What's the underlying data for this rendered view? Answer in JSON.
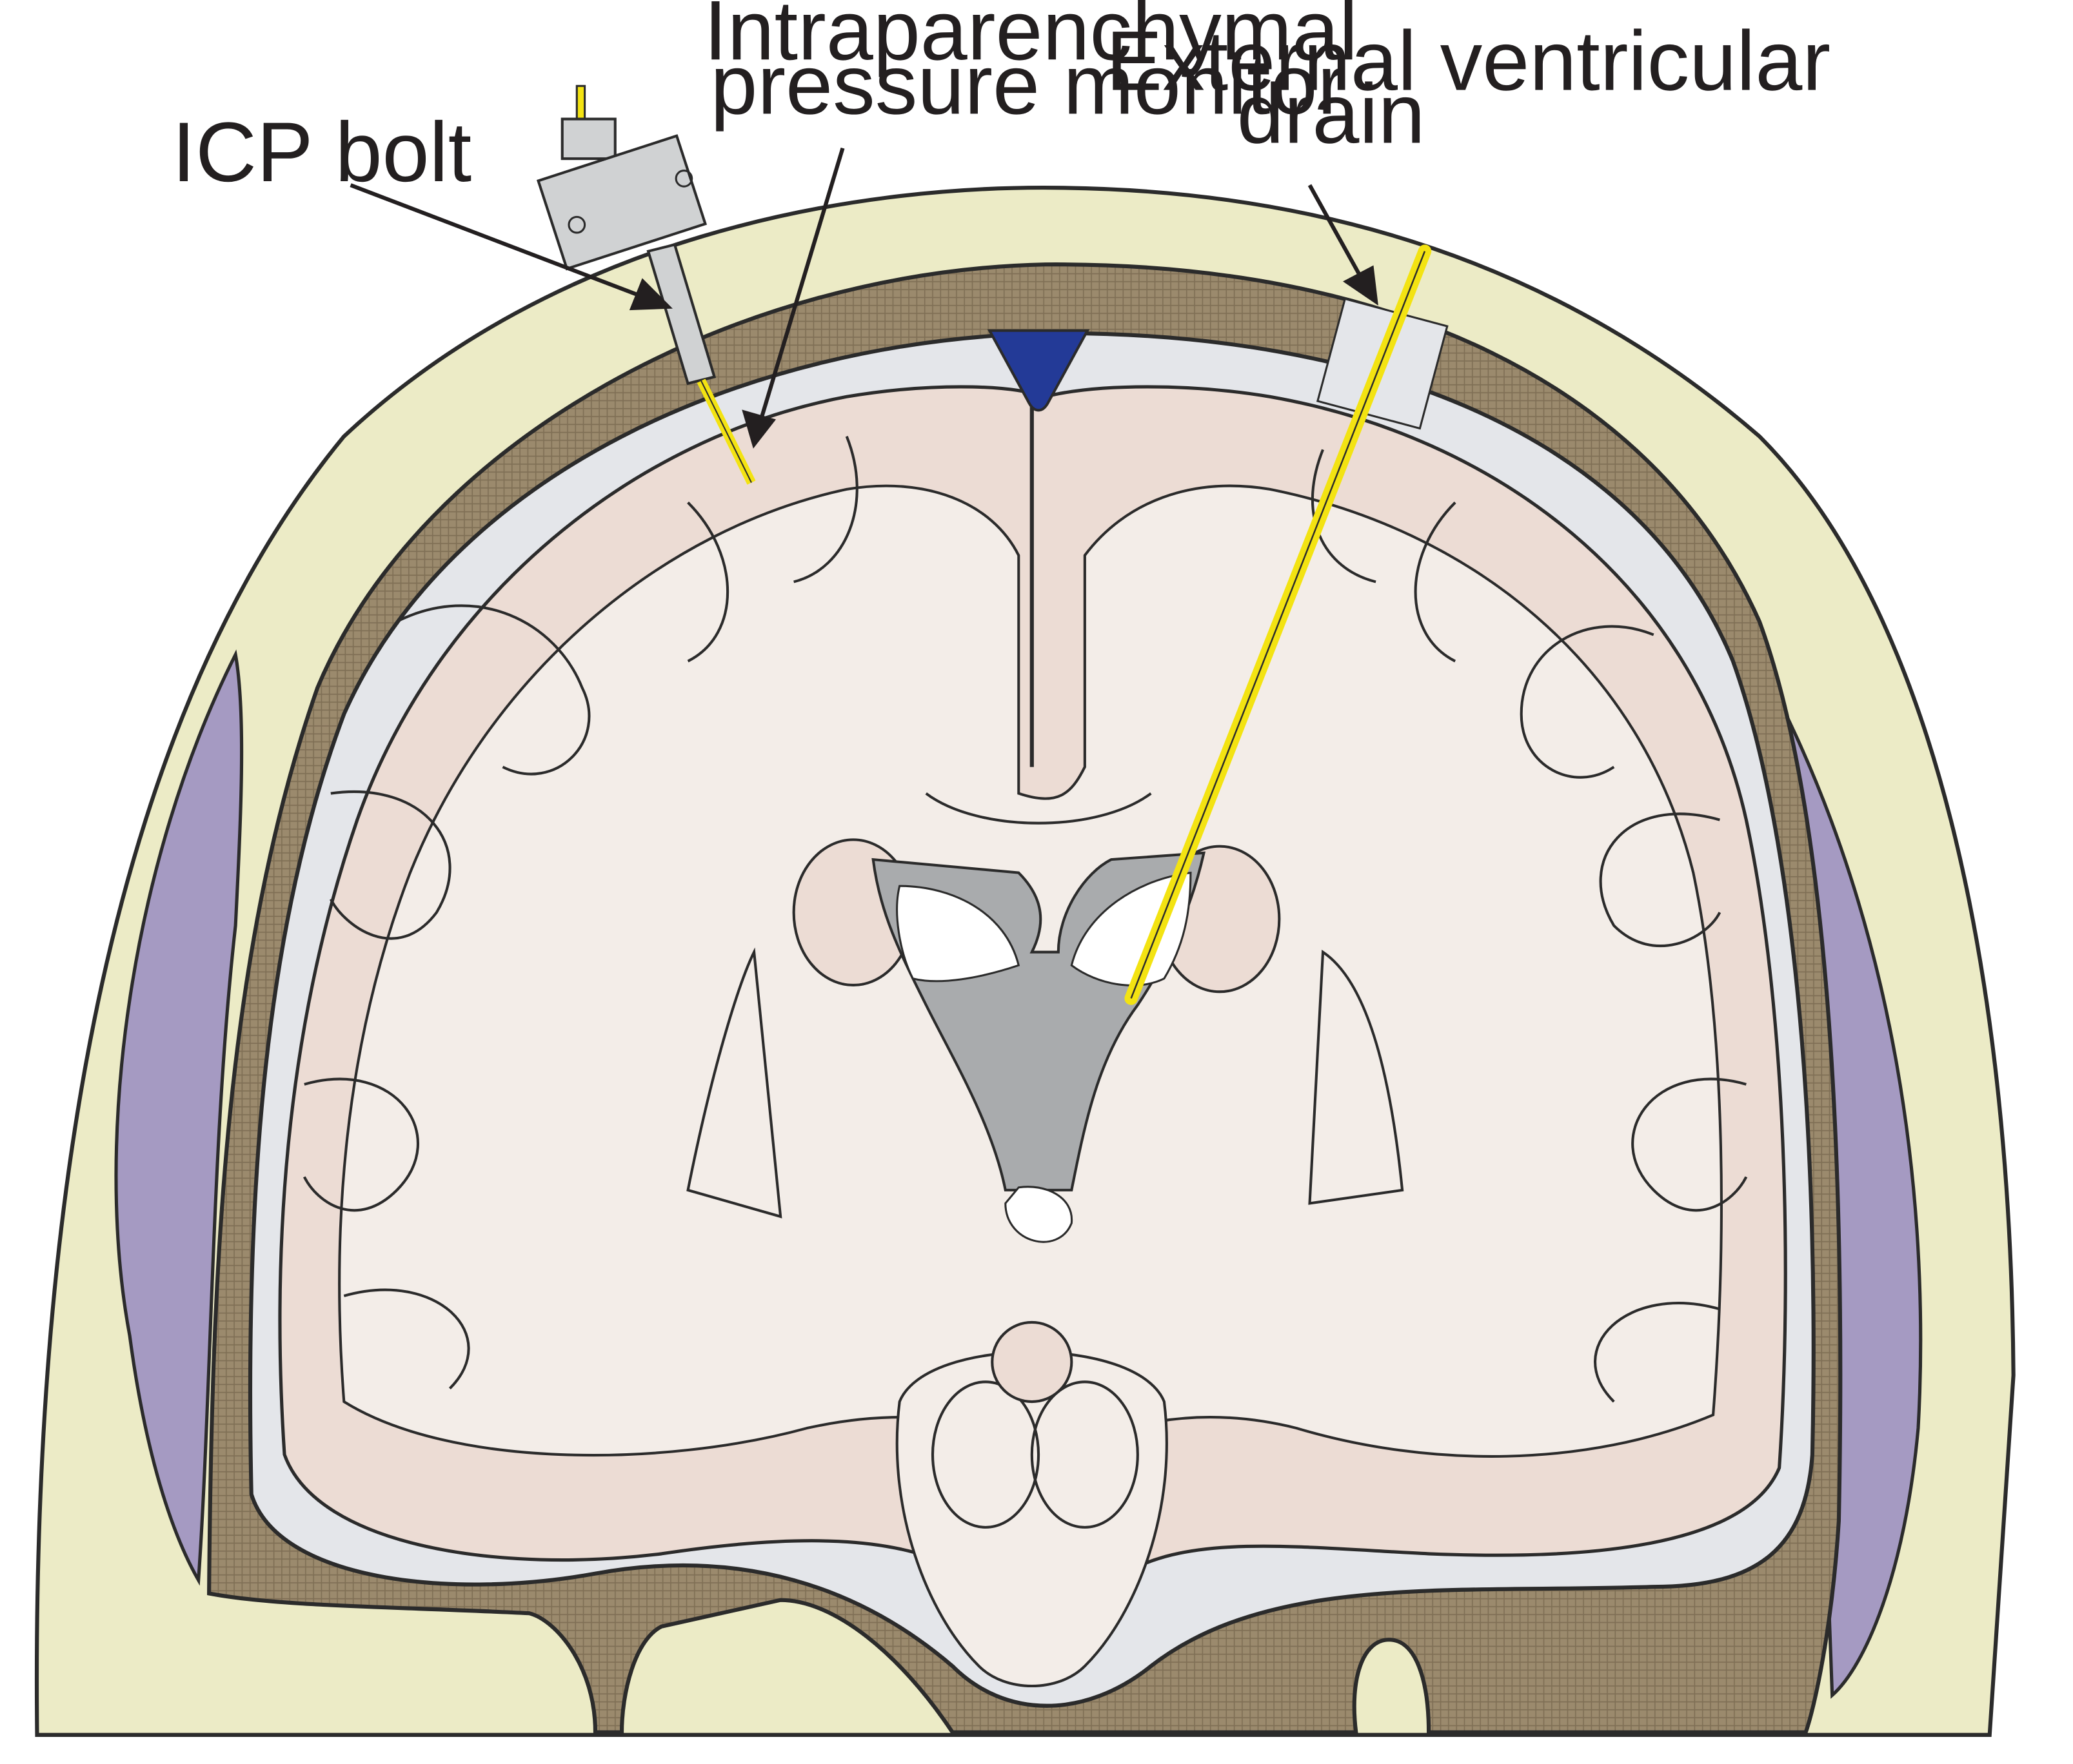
{
  "labels": {
    "icp_bolt": "ICP bolt",
    "intraparenchymal_line1": "Intraparenchymal",
    "intraparenchymal_line2": "pressure monitor",
    "evd_line1": "External ventricular",
    "evd_line2": "drain"
  },
  "colors": {
    "scalp": "#ecebc6",
    "skull": "#9b8a6d",
    "csf_space": "#e4e6ea",
    "gray_matter": "#ecdcd4",
    "white_matter": "#f3ede8",
    "ventricle_wall": "#a9abad",
    "ventricle_csf": "#ffffff",
    "sinus": "#233a97",
    "muscle": "#a59ac2",
    "probe_yellow": "#f3e312",
    "bolt_gray": "#d0d2d3",
    "outline": "#3a3a3a"
  },
  "icons": [
    "icp-bolt-device",
    "intraparenchymal-probe",
    "ventricular-catheter"
  ]
}
